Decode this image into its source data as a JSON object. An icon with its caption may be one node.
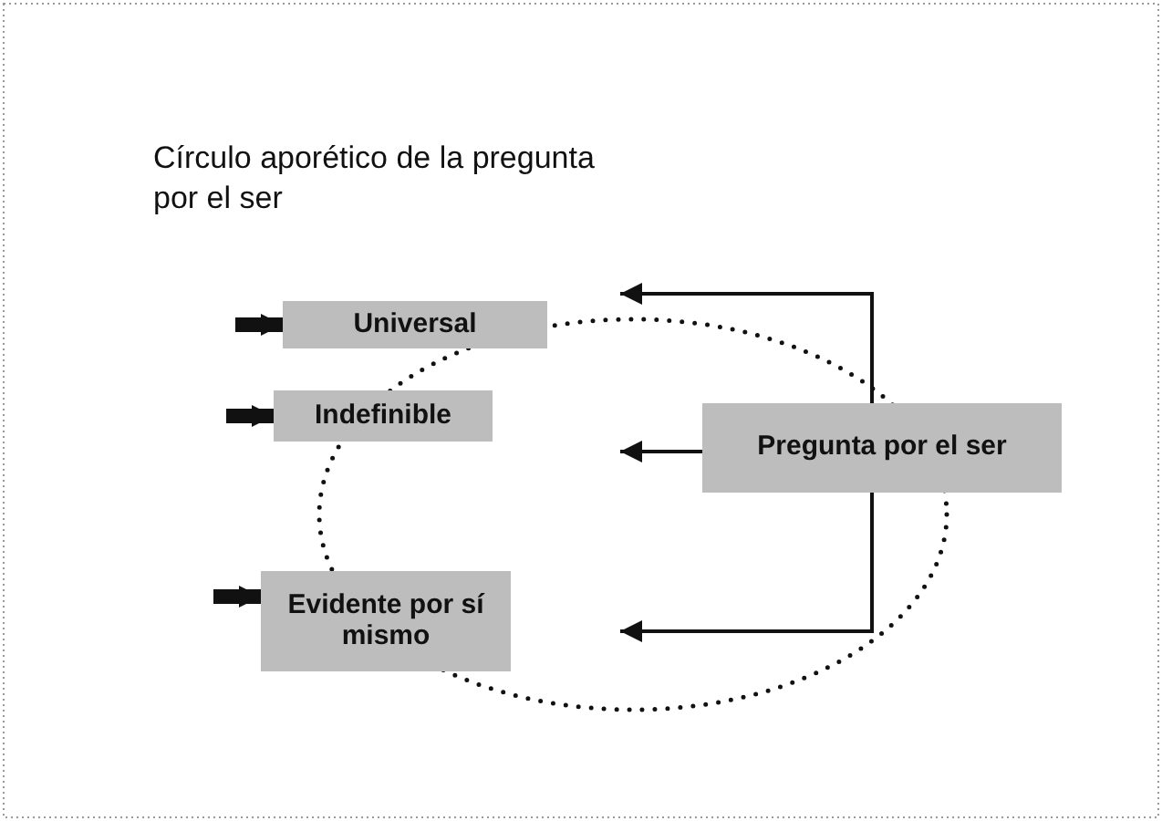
{
  "diagram": {
    "title": "Círculo aporético de la pregunta por el ser",
    "nodes": [
      {
        "text": [
          "Universal"
        ]
      },
      {
        "text": [
          "Indefinible"
        ]
      },
      {
        "text": [
          "Evidente por sí mismo"
        ]
      },
      {
        "text": [
          "Pregunta por el ser"
        ]
      }
    ],
    "edges": [
      {
        "from": 3,
        "to": null,
        "arrow": "to"
      },
      {
        "from": 3,
        "to": null,
        "arrow": "to"
      },
      {
        "from": 3,
        "to": null,
        "arrow": "to"
      },
      {
        "from": null,
        "to": 0,
        "arrow": "to",
        "style": "thick"
      },
      {
        "from": null,
        "to": 1,
        "arrow": "to",
        "style": "thick"
      },
      {
        "from": null,
        "to": 2,
        "arrow": "to",
        "style": "thick"
      }
    ]
  }
}
